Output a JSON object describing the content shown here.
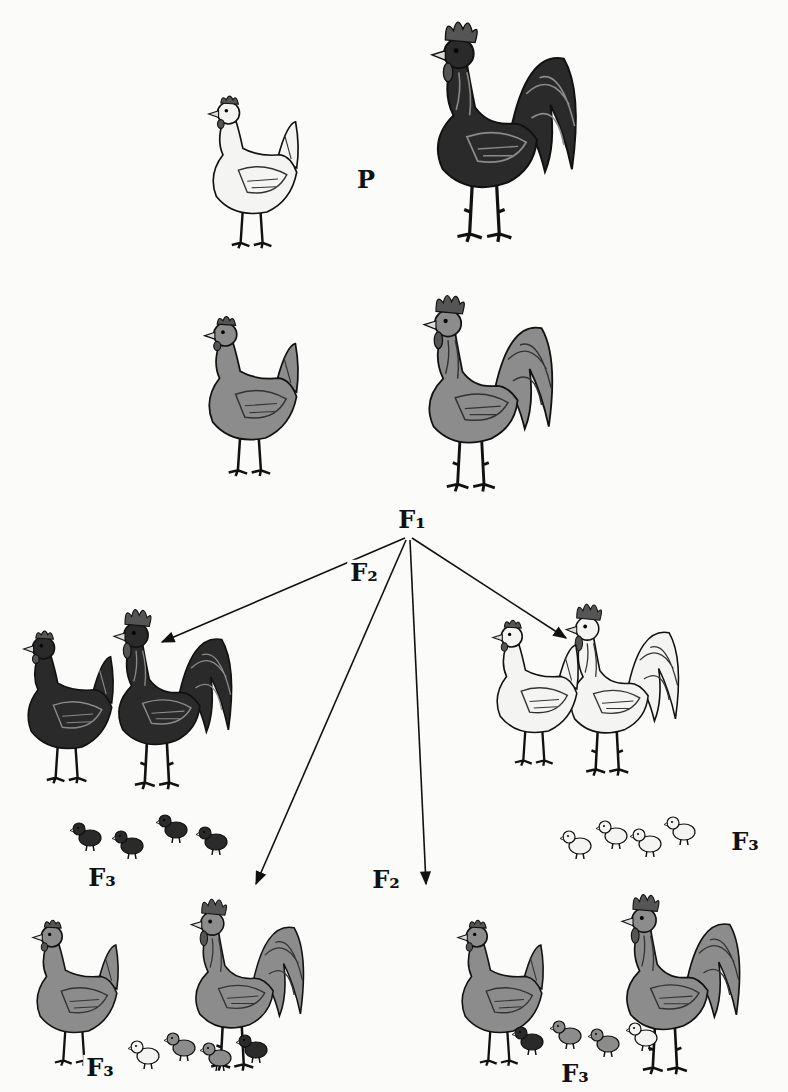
{
  "diagram": {
    "labels": [
      "P",
      "F₁",
      "F₂",
      "F₃",
      "F₃",
      "F₂",
      "F₃",
      "F₃"
    ]
  }
}
